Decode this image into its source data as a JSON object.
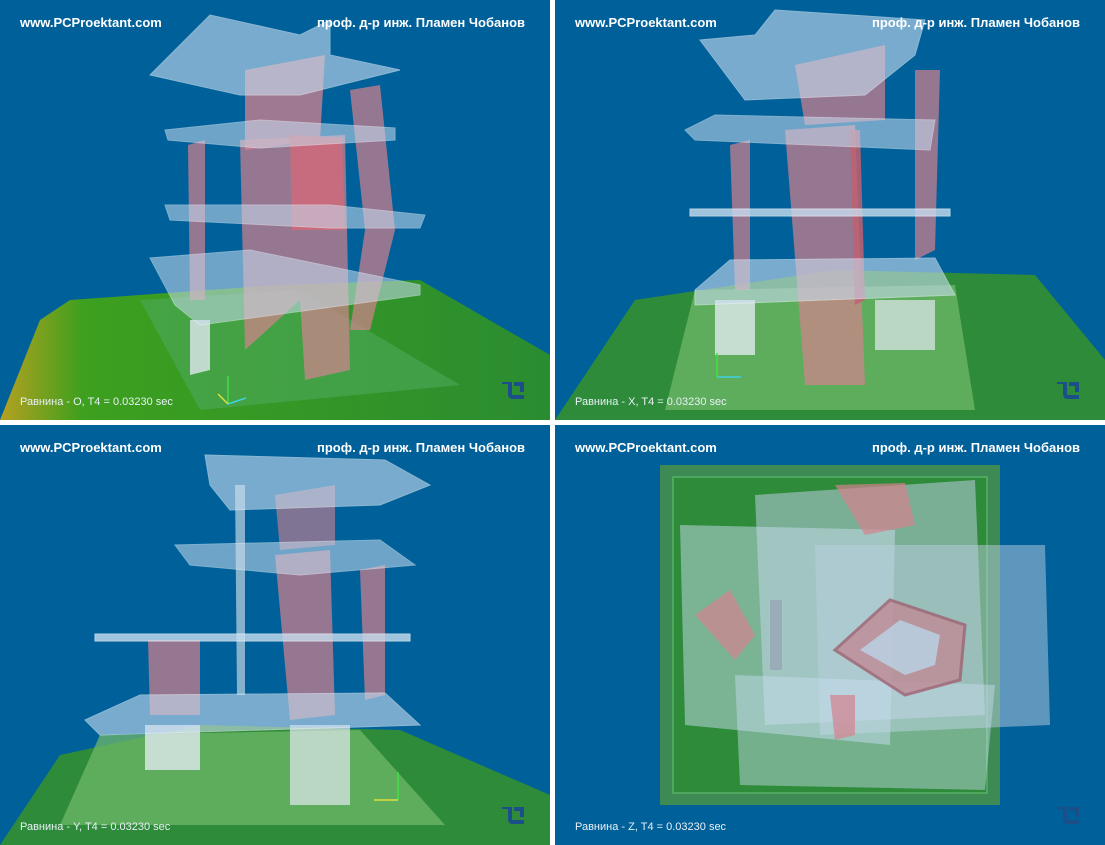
{
  "header": {
    "site": "www.PCProektant.com",
    "author": "проф. д-р инж. Пламен Чобанов"
  },
  "views": [
    {
      "caption": "Равнина - O, T4  = 0.03230 sec"
    },
    {
      "caption": "Равнина - X, T4  = 0.03230 sec"
    },
    {
      "caption": "Равнина - Y, T4  = 0.03230 sec"
    },
    {
      "caption": "Равнина - Z, T4  = 0.03230 sec"
    }
  ],
  "icons": {
    "logo": "pc-proektant-logo-icon",
    "axes": "coordinate-axes-icon"
  },
  "colors": {
    "background": "#00609a",
    "ground": "#2e8b3a",
    "slab": "#c8ddef",
    "wall": "#d4828f",
    "logo": "#1a4f8a"
  }
}
